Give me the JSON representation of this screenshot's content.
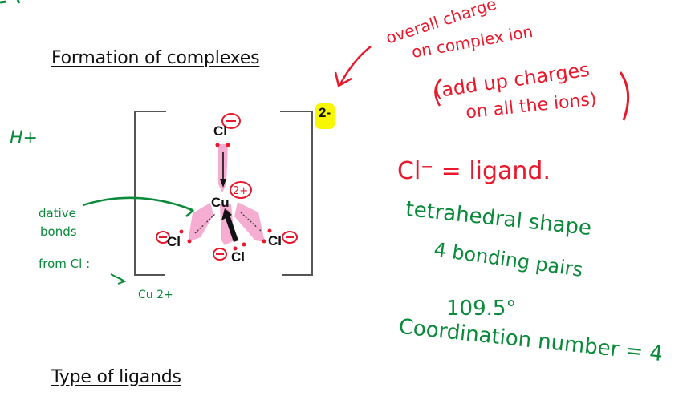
{
  "headings": {
    "formation": "Formation of complexes",
    "ligand_types": "Type of ligands"
  },
  "complex": {
    "central_atom": "Cu",
    "central_charge": "2+",
    "ligand": "Cl",
    "ligand_charge": "−",
    "overall_charge": "2-",
    "ligand_count": 4
  },
  "annotations": {
    "top_left": "H+",
    "dative_label": [
      "dative",
      "bonds",
      "from Cl :"
    ],
    "cu_label": "Cu 2+",
    "overall_charge_note": [
      "overall charge",
      "on complex ion",
      "(add up charges",
      "on all the ions)"
    ],
    "ligand_note": "Cl⁻ = ligand.",
    "shape": "tetrahedral shape",
    "bonding_pairs": "4 bonding pairs",
    "angle": "109.5°",
    "coordination": "Coordination number = 4"
  },
  "colors": {
    "red_ink": "#e8192c",
    "green_ink": "#0a8a3a",
    "highlight_yellow": "#f7f700",
    "bond_pink": "#f5a9d0"
  }
}
